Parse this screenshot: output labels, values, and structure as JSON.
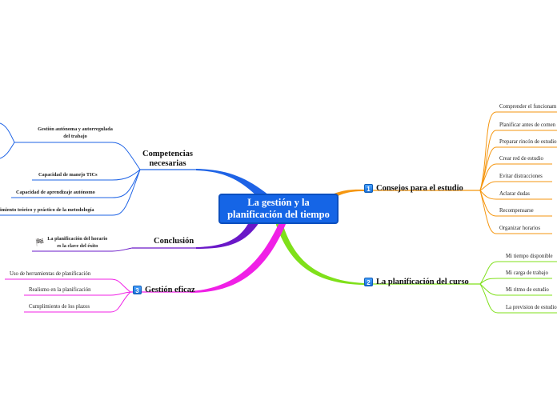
{
  "central": {
    "line1": "La gestión y la",
    "line2": "planificación del tiempo"
  },
  "branches": {
    "consejos": {
      "number": "1",
      "title": "Consejos para el estudio",
      "color": "#f5960f",
      "items": [
        "Comprender el funcionam",
        "Planificar antes de comen",
        "Preparar rincón de estudio",
        "Crear red de estudio",
        "Evitar distracciones",
        "Aclarar dudas",
        "Recompensarse",
        "Organizar horarios"
      ]
    },
    "planificacion": {
      "number": "2",
      "title": "La planificación del curso",
      "color": "#7fe01a",
      "items": [
        "Mi tiempo disponible",
        "Mi carga de trabajo",
        "Mi ritmo de estudio",
        "La prevision de estudio"
      ]
    },
    "gestion": {
      "number": "3",
      "title": "Gestión eficaz",
      "color": "#f020e6",
      "items": [
        "Uso de herramientas de planificación",
        "Realismo en la planificación",
        "Cumplimiento de los plazos"
      ]
    },
    "conclusion": {
      "title": "Conclusión",
      "color": "#6a18c8",
      "item_line1": "La planificación del horario",
      "item_line2": "es la clave del éxito",
      "flag_icon": "checkered-flag-icon"
    },
    "competencias": {
      "title_line1": "Competencias",
      "title_line2": "necesarias",
      "color": "#1e63e6",
      "item0_line1": "Gestión autónoma y autorregulada",
      "item0_line2": "del trabajo",
      "items": [
        "Capacidad de manejo TICs",
        "Capacidad de aprendizaje autónomo",
        "imiento teórico y práctico de la metodología"
      ]
    }
  }
}
